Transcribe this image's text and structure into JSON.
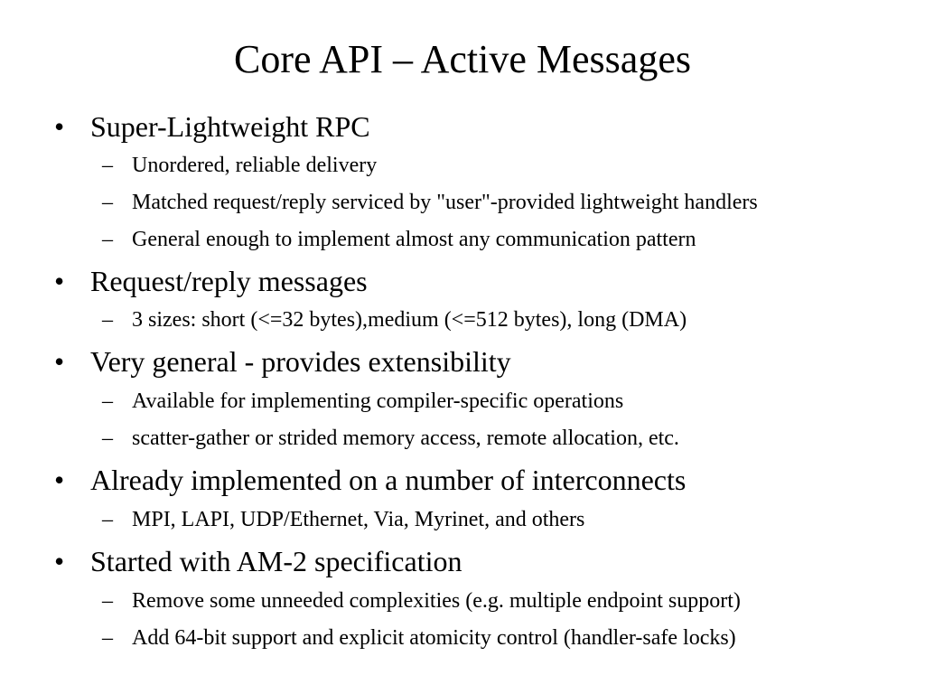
{
  "slide": {
    "title": "Core API – Active Messages",
    "bullet_marker": "•",
    "dash_marker": "–",
    "bullets": [
      {
        "text": "Super-Lightweight RPC",
        "subs": [
          "Unordered, reliable delivery",
          "Matched request/reply serviced by \"user\"-provided lightweight handlers",
          "General enough to implement almost any communication pattern"
        ]
      },
      {
        "text": "Request/reply messages",
        "subs": [
          "3 sizes: short (<=32 bytes),medium (<=512 bytes), long (DMA)"
        ]
      },
      {
        "text": "Very general - provides extensibility",
        "subs": [
          "Available for implementing compiler-specific operations",
          "scatter-gather or strided memory access, remote allocation, etc."
        ]
      },
      {
        "text": "Already implemented on a number of interconnects",
        "subs": [
          "MPI, LAPI, UDP/Ethernet, Via, Myrinet, and others"
        ]
      },
      {
        "text": "Started with AM-2 specification",
        "subs": [
          "Remove some unneeded complexities (e.g. multiple endpoint support)",
          "Add 64-bit support and explicit atomicity control (handler-safe locks)"
        ]
      }
    ]
  }
}
